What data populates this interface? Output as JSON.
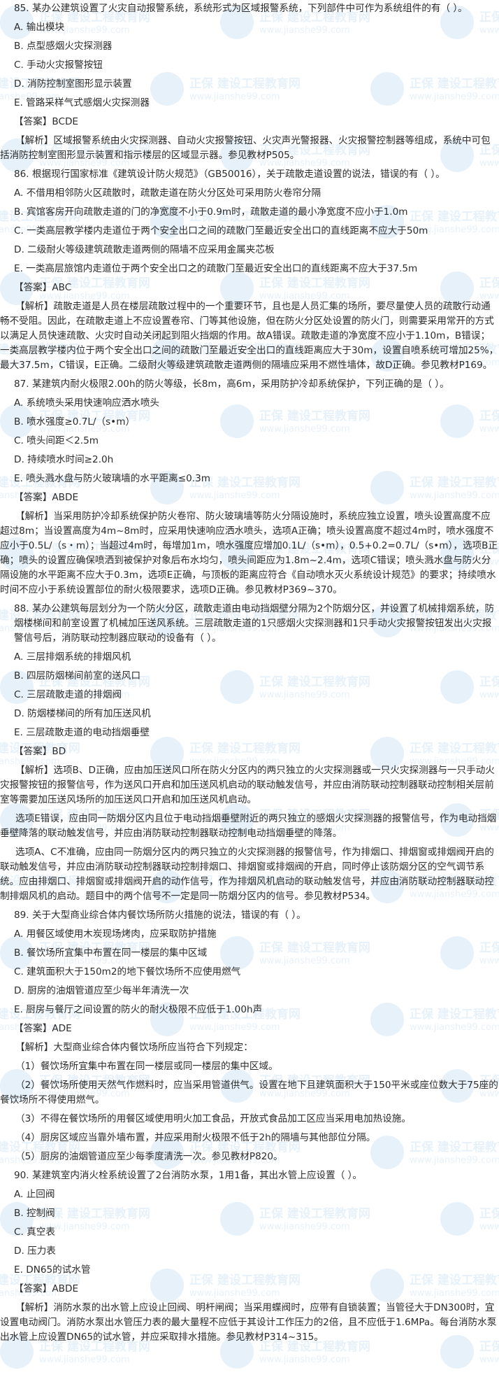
{
  "watermark": {
    "brand": "正保 建设工程教育网",
    "url": "www.jianshe99.com",
    "color": "#3a8fd6"
  },
  "questions": [
    {
      "stem": "85. 某办公建筑设置了火灾自动报警系统，系统形式为区域报警系统，下列部件中可作为系统组件的有（  ）。",
      "options": [
        "A. 输出模块",
        "B. 点型感烟火灾探测器",
        "C. 手动火灾报警按钮",
        "D. 消防控制室图形显示装置",
        "E. 管路采样气式感烟火灾探测器"
      ],
      "answer": "【答案】BCDE",
      "explanation": [
        "【解析】区域报警系统由火灾探测器、自动火灾报警按钮、火灾声光警报器、火灾报警控制器等组成，系统中可包括消防控制室图形显示装置和指示楼层的区域显示器。参见教材P505。"
      ]
    },
    {
      "stem": "86. 根据现行国家标准《建筑设计防火规范》（GB50016），关于疏散走道设置的说法，错误的有（  ）。",
      "options": [
        "A. 不借用相邻防火区疏散时，疏散走道在防火分区处可采用防火卷帘分隔",
        "B. 宾馆客房开向疏散走道的门的净宽度不小于0.9m时，疏散走道的最小净宽度不应小于1.0m",
        "C. 一类高层教学楼内走道位于两个安全出口之间的疏散门至最近安全出口的直线距离不应大于50m",
        "D. 二级耐火等级建筑疏散走道两侧的隔墙不应采用金属夹芯板",
        "E. 一类高层旅馆内走道位于两个安全出口之的疏散门至最近安全出口的直线距离不应大于37.5m"
      ],
      "answer": "【答案】ABC",
      "explanation": [
        "【解析】疏散走道是人员在楼层疏散过程中的一个重要环节，且也是人员汇集的场所，要尽量使人员的疏散行动通畅不受阻。因此，在疏散走道上不应设置卷帘、门等其他设施，但在防火分区处设置的防火门，则需要采用常开的方式以满足人员快速疏散、火灾时自动关闭起到阻火挡烟的作用。故A错误。疏散走道的净宽度不应小于1.10m，B错误；一类高层教学楼内位于两个安全出口之间的疏散门至最近安全出口的直线距离应大于30m，设置自喷系统可增加25%，最大37.5m，C错误，E正确。二级耐火等级建筑疏散走道两侧的隔墙应采用不燃性墙体，故D正确。参见教材P169。"
      ]
    },
    {
      "stem": "87. 某建筑内耐火极限2.00h的防火等级，长8m，高6m，采用防护冷却系统保护，下列正确的是（  ）。",
      "options": [
        "A. 系统喷头采用快速响应洒水喷头",
        "B. 喷水强度≥0.7L/（s•m）",
        "C. 喷头间距＜2.5m",
        "D. 持续喷水时间≥2.0h",
        "E. 喷头溅水盘与防火玻璃墙的水平距离≤0.3m"
      ],
      "answer": "【答案】ABDE",
      "explanation": [
        "【解析】当采用防护冷却系统保护防火卷帘、防火玻璃墙等防火分隔设施时，系统应独立设置，喷头设置高度不应超过8m；当设置高度为4m~8m时，应采用快速响应洒水喷头，选项A正确；喷头设置高度不超过4m时，喷水强度不应小于0.5L/（s・m）；当超过4m时，每增加1m，喷水强度应增加0.1L/（s•m），0.5+0.2=0.7L/（s•m），选项B正确；喷头的设置应确保喷洒到被保护对象后布水均匀，喷头间距应为1.8m~2.4m，选项C错误；喷头溅水盘与防火分隔设施的水平距离不应大于0.3m，选项E正确，与顶板的距离应符合《自动喷水灭火系统设计规范》的要求；持续喷水时间不应小于系统设置部位的耐火极限要求，选项D正确。参见教材P369~370。"
      ]
    },
    {
      "stem": "88. 某办公建筑每层划分为一个防火分区，疏散走道由电动挡烟壁分隔为2个防烟分区，并设置了机械排烟系统，防烟楼梯间和前室设置了机械加压送风系统。三层疏散走道的1只感烟火灾探测器和1只手动火灾报警按钮发出火灾报警信号后，消防联动控制器应联动的设备有（  ）。",
      "options": [
        "A. 三层排烟系统的排烟风机",
        "B. 四层防烟梯间前室的送风口",
        "C. 三层疏散走道的排烟阀",
        "D. 防烟楼梯间的所有加压送风机",
        "E. 三层疏散走道的电动挡烟垂壁"
      ],
      "answer": "【答案】BD",
      "explanation": [
        "【解析】选项B、D正确，应由加压送风口所在防火分区内的两只独立的火灾探测器或一只火灾探测器与一只手动火灾报警按钮的报警信号，作为送风口开启和加压送风机启动的联动触发信号，并应由消防联动控制器联动控制相关层前室等需要加压送风场所的加压送风口开启和加压送风机启动。",
        "选项E错误，应由同一防烟分区内且位于电动挡烟垂壁附近的两只独立的感烟火灾探测器的报警信号，作为电动挡烟垂壁降落的联动触发信号，并应由消防联动控制器联动控制电动挡烟垂壁的降落。",
        "选项A、C不准确，应由同一防烟分区内的两只独立的火灾探测器的报警信号，作为排烟口、排烟窗或排烟阀开启的联动触发信号，并应由消防联动控制器联动控制排烟口、排烟窗或排烟阀的开启，同时停止该防烟分区的空气调节系统。应由排烟口、排烟窗或排烟阀开启的动作信号，作为排烟风机启动的联动触发信号，并应由消防联动控制器联动控制排烟风机的启动。题目中的两个信号不一定是同一防烟分区内的信号。参见教材P534。"
      ]
    },
    {
      "stem": "89. 关于大型商业综合体内餐饮场所防火措施的说法，错误的有（  ）。",
      "options": [
        "A. 用餐区域使用木炭现场烤肉，应采取防护措施",
        "B. 餐饮场所宜集中布置在同一楼层的集中区域",
        "C. 建筑面积大于150m2的地下餐饮场所不应使用燃气",
        "D. 厨房的油烟管道应至少每半年清洗一次",
        "E. 厨房与餐厅之间设置的防火的耐火极限不应低于1.00h声"
      ],
      "answer": "【答案】ADE",
      "explanation": [
        "【解析】大型商业综合体内餐饮场所应当符合下列规定：",
        "（1）餐饮场所宜集中布置在同一楼层或同一楼层的集中区域。",
        "（2）餐饮场所使用天然气作燃料时，应当采用管道供气。设置在地下且建筑面积大于150平米或座位数大于75座的餐饮场所不得使用燃气。",
        "（3）不得在餐饮场所的用餐区域使用明火加工食品，开放式食品加工区应当采用电加热设施。",
        "（4）厨房区域应当靠外墙布置，并应采用耐火极限不低于2h的隔墙与其他部位分隔。",
        "（5）厨房的油烟管道应至少每季度清洗一次。参见教材P820。"
      ]
    },
    {
      "stem": "90. 某建筑室内消火栓系统设置了2台消防水泵，1用1备，其出水管上应设置（  ）。",
      "options": [
        "A. 止回阀",
        "B. 控制阀",
        "C. 真空表",
        "D. 压力表",
        "E. DN65的试水管"
      ],
      "answer": "【答案】ABDE",
      "explanation": [
        "【解析】消防水泵的出水管上应设止回阀、明杆闸阀；当采用蝶阀时，应带有自锁装置；当管径大于DN300时，宜设置电动阀门。消防水泵出水管压力表的最大量程不应低于其设计工作压力的2倍，且不应低于1.6MPa。每台消防水泵出水管上应设置DN65的试水管，并应采取排水措施。参见教材P314~315。"
      ]
    }
  ]
}
